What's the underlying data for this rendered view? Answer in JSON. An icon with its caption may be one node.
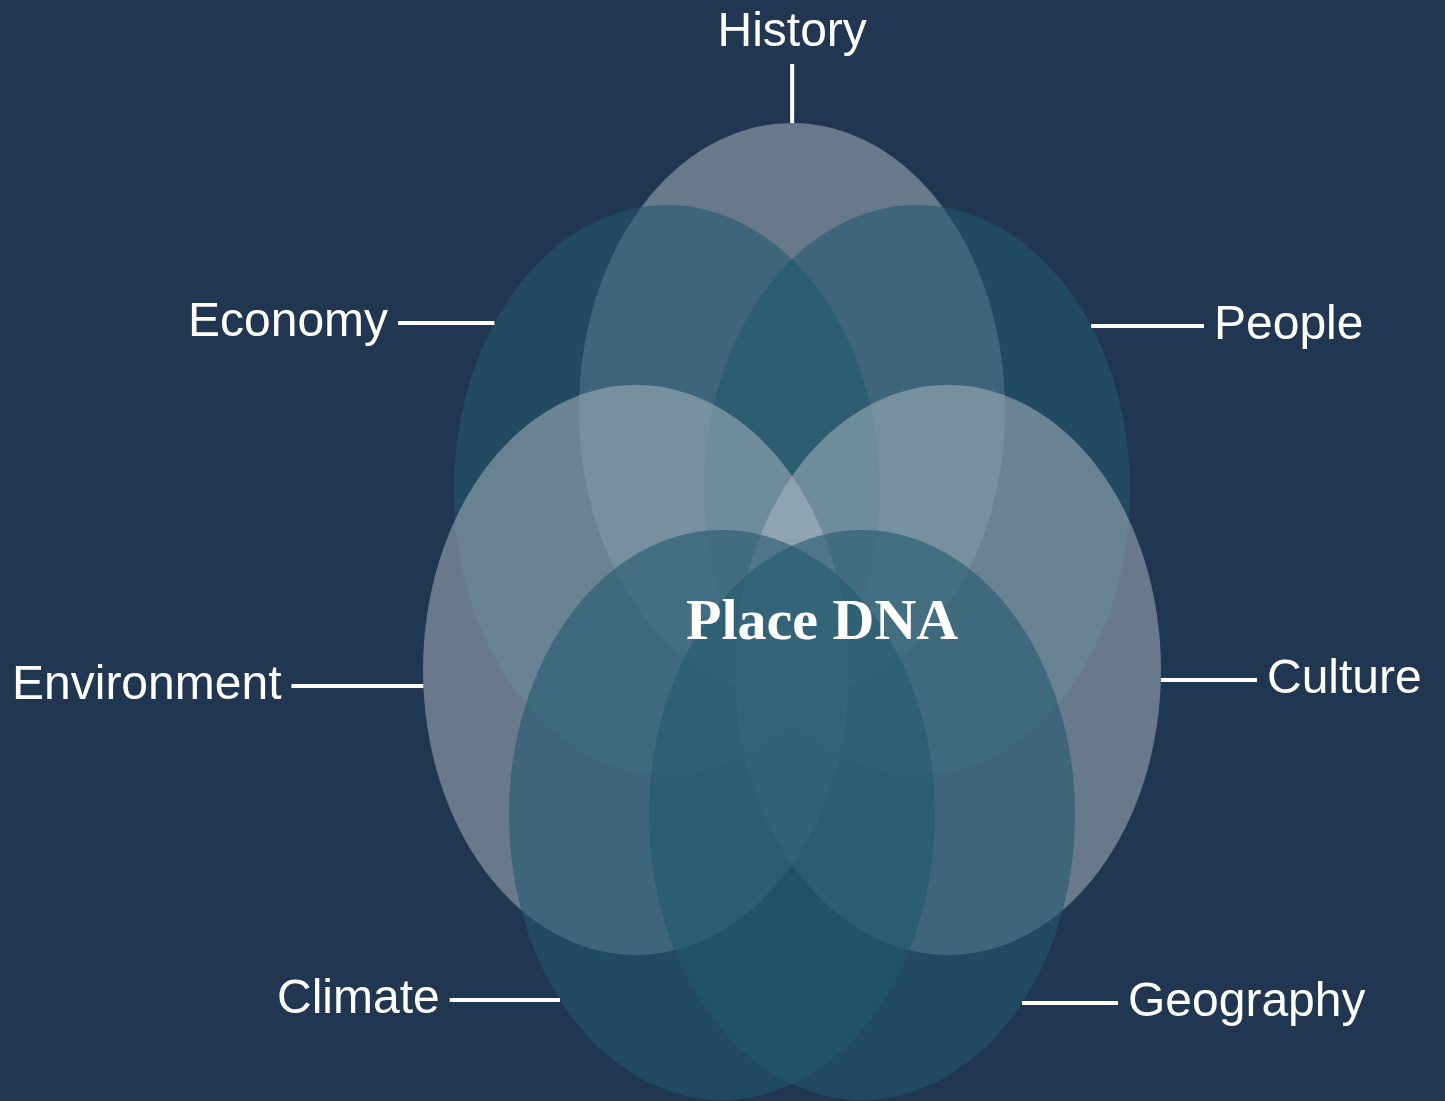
{
  "diagram": {
    "nodes": [
      {
        "text": [
          "History"
        ]
      },
      {
        "text": [
          "Economy"
        ]
      },
      {
        "text": [
          "People"
        ]
      },
      {
        "text": [
          "Environment"
        ]
      },
      {
        "text": [
          "Culture"
        ]
      },
      {
        "text": [
          "Climate"
        ]
      },
      {
        "text": [
          "Geography"
        ]
      },
      {
        "text": [],
        "shape": "ellipse"
      },
      {
        "text": [],
        "shape": "ellipse"
      },
      {
        "text": [],
        "shape": "ellipse"
      },
      {
        "text": [],
        "shape": "ellipse"
      },
      {
        "text": [],
        "shape": "ellipse"
      },
      {
        "text": [],
        "shape": "ellipse"
      },
      {
        "text": [],
        "shape": "ellipse"
      }
    ],
    "edges": [
      {
        "from": 0,
        "to": 7,
        "arrow": "none"
      },
      {
        "from": 1,
        "to": 8,
        "arrow": "none"
      },
      {
        "from": 2,
        "to": 9,
        "arrow": "none"
      },
      {
        "from": 3,
        "to": 10,
        "arrow": "none"
      },
      {
        "from": 4,
        "to": 11,
        "arrow": "none"
      },
      {
        "from": 5,
        "to": 12,
        "arrow": "none"
      },
      {
        "from": 6,
        "to": 13,
        "arrow": "none"
      }
    ],
    "labels": [
      "Place DNA"
    ]
  }
}
